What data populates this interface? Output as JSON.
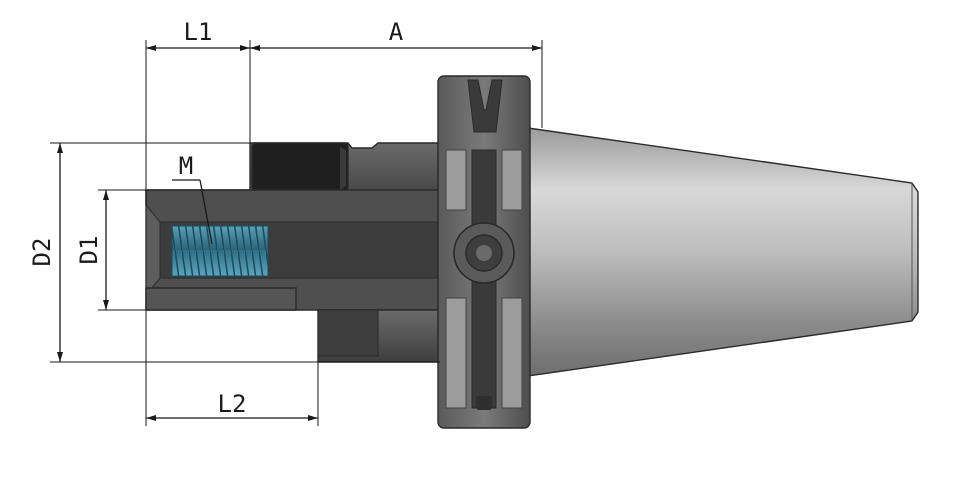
{
  "dimensions": {
    "L1": "L1",
    "A": "A",
    "D2": "D2",
    "D1": "D1",
    "M": "M",
    "L2": "L2"
  },
  "colors": {
    "body_dark": "#4a4a4a",
    "body_mid": "#5a5a5a",
    "shank_light": "#c8c8c8",
    "thread": "#3a7d94",
    "line": "#1a1a1a"
  }
}
